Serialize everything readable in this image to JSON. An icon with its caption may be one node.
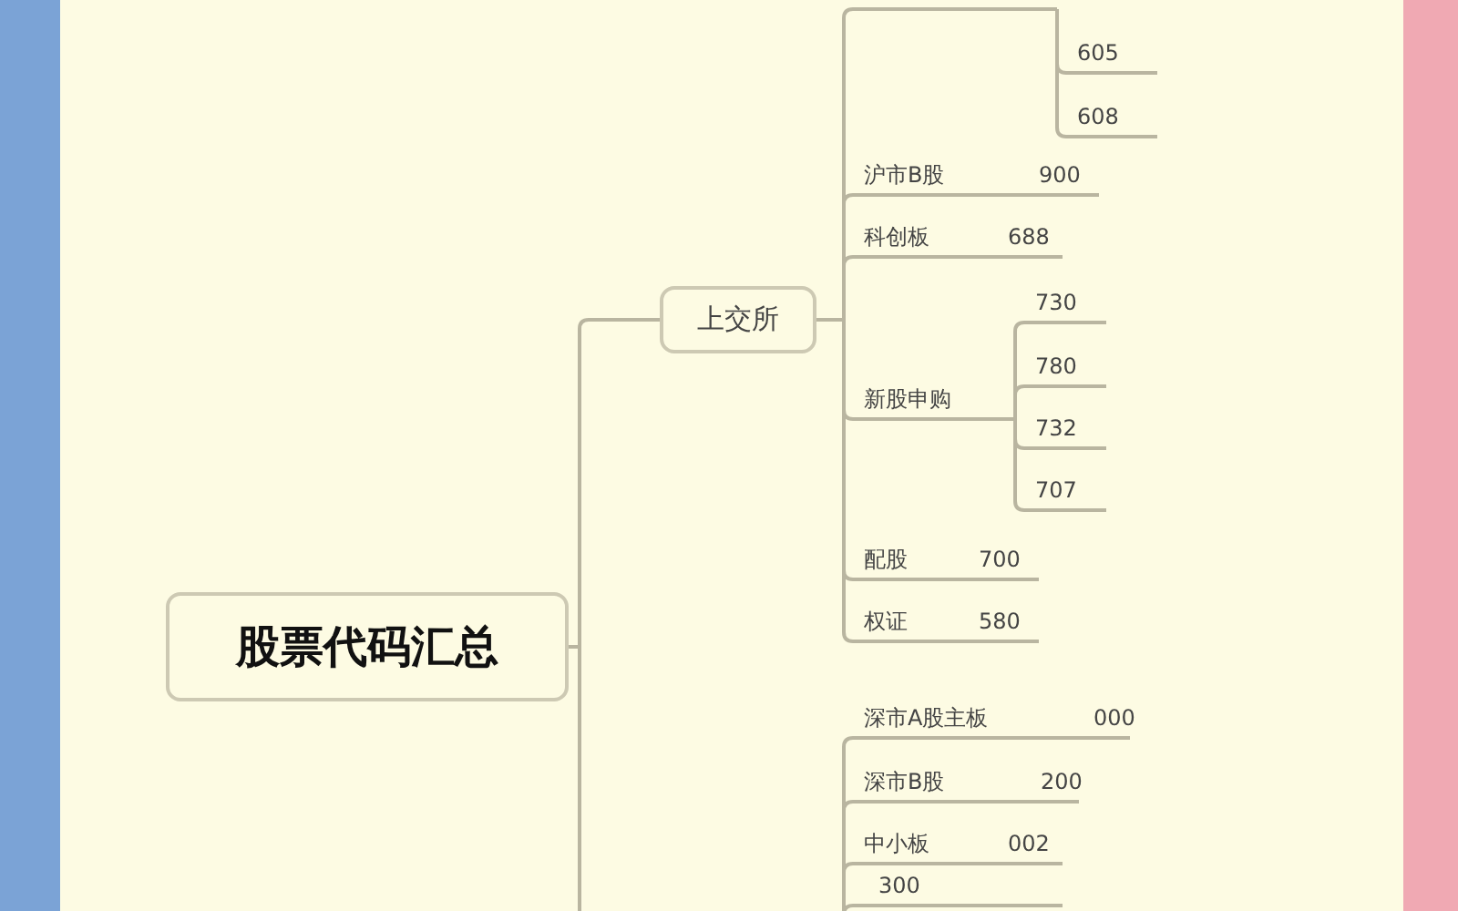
{
  "diagram": {
    "nodes": [
      {
        "text": [
          "股票代码汇总"
        ]
      },
      {
        "text": [
          "上交所"
        ]
      },
      {
        "text": [],
        "shape": "line"
      },
      {
        "text": [
          "605"
        ]
      },
      {
        "text": [
          "608"
        ]
      },
      {
        "text": [
          "沪市B股",
          "900"
        ]
      },
      {
        "text": [
          "科创板",
          "688"
        ]
      },
      {
        "text": [
          "新股申购"
        ]
      },
      {
        "text": [
          "730"
        ]
      },
      {
        "text": [
          "780"
        ]
      },
      {
        "text": [
          "732"
        ]
      },
      {
        "text": [
          "707"
        ]
      },
      {
        "text": [
          "配股",
          "700"
        ]
      },
      {
        "text": [
          "权证",
          "580"
        ]
      },
      {
        "text": [
          "深市A股主板",
          "000"
        ]
      },
      {
        "text": [
          "深市B股",
          "200"
        ]
      },
      {
        "text": [
          "中小板",
          "002"
        ]
      },
      {
        "text": [
          "300"
        ]
      }
    ],
    "edges": [
      {
        "from": 0,
        "to": 1,
        "arrow": "none"
      },
      {
        "from": 0,
        "to": null,
        "arrow": "none"
      },
      {
        "from": 1,
        "to": 2,
        "arrow": "none"
      },
      {
        "from": 2,
        "to": 3,
        "arrow": "none"
      },
      {
        "from": 2,
        "to": 4,
        "arrow": "none"
      },
      {
        "from": 1,
        "to": 5,
        "arrow": "none"
      },
      {
        "from": 1,
        "to": 6,
        "arrow": "none"
      },
      {
        "from": 1,
        "to": 7,
        "arrow": "none"
      },
      {
        "from": 7,
        "to": 8,
        "arrow": "none"
      },
      {
        "from": 7,
        "to": 9,
        "arrow": "none"
      },
      {
        "from": 7,
        "to": 10,
        "arrow": "none"
      },
      {
        "from": 7,
        "to": 11,
        "arrow": "none"
      },
      {
        "from": 1,
        "to": 12,
        "arrow": "none"
      },
      {
        "from": 1,
        "to": 13,
        "arrow": "none"
      },
      {
        "from": null,
        "to": 14,
        "arrow": "none"
      },
      {
        "from": null,
        "to": 15,
        "arrow": "none"
      },
      {
        "from": null,
        "to": 16,
        "arrow": "none"
      },
      {
        "from": null,
        "to": 17,
        "arrow": "none"
      }
    ]
  }
}
